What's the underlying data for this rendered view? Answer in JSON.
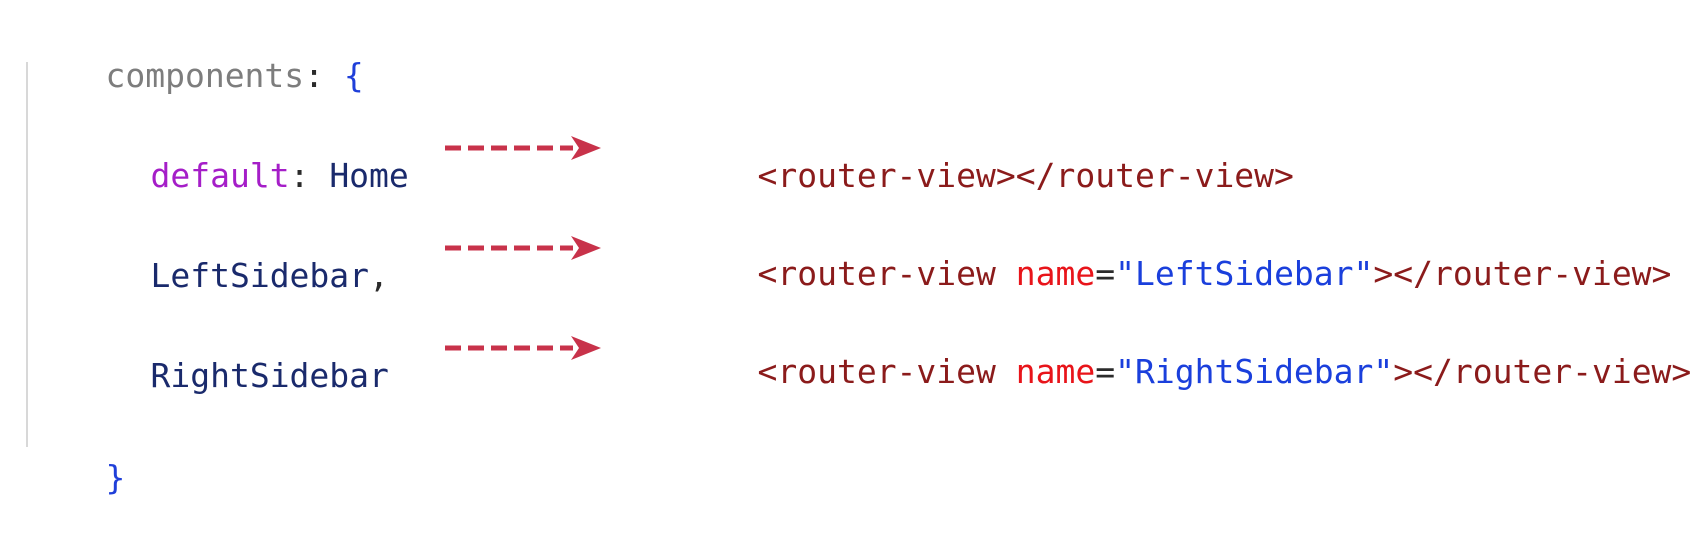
{
  "code": {
    "line1": {
      "prop": "components",
      "colon": ":",
      "brace": "{"
    },
    "line_default": {
      "key": "default",
      "colon": ":",
      "value": "Home"
    },
    "line_left": {
      "name": "LeftSidebar",
      "comma": ","
    },
    "line_right": {
      "name": "RightSidebar"
    },
    "closing_brace": "}"
  },
  "templates": {
    "default": {
      "text": "<router-view></router-view>"
    },
    "left": {
      "open": "<router-view ",
      "attr": "name",
      "eq": "=",
      "value": "\"LeftSidebar\"",
      "close": "></router-view>"
    },
    "right": {
      "open": "<router-view ",
      "attr": "name",
      "eq": "=",
      "value": "\"RightSidebar\"",
      "close": "></router-view>"
    }
  },
  "colors": {
    "arrow": "#c8324a",
    "property": "#7d7d7d",
    "brace": "#1f3fd9",
    "keyword": "#a51ec8",
    "identifier": "#1a2a6c",
    "tag": "#8b1b1b",
    "attribute": "#e8141a",
    "string": "#1a3fdc"
  }
}
